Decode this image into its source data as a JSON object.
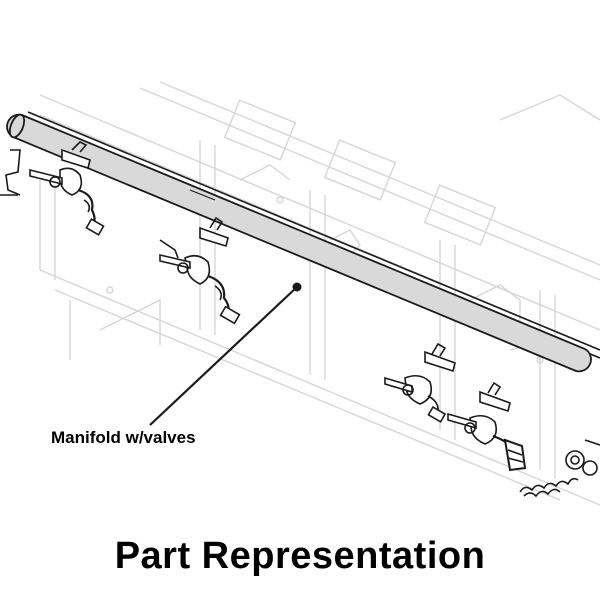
{
  "callout": {
    "label": "Manifold w/valves"
  },
  "caption": {
    "text": "Part Representation"
  },
  "colors": {
    "manifold_fill": "#d9d9d9",
    "outline": "#1a1a1a",
    "faded_background": "#d6d6d6",
    "text": "#000000",
    "background": "#ffffff"
  },
  "icons": {
    "valve": "gas-valve-icon",
    "pipe": "manifold-pipe-icon"
  },
  "valve_count": 4
}
